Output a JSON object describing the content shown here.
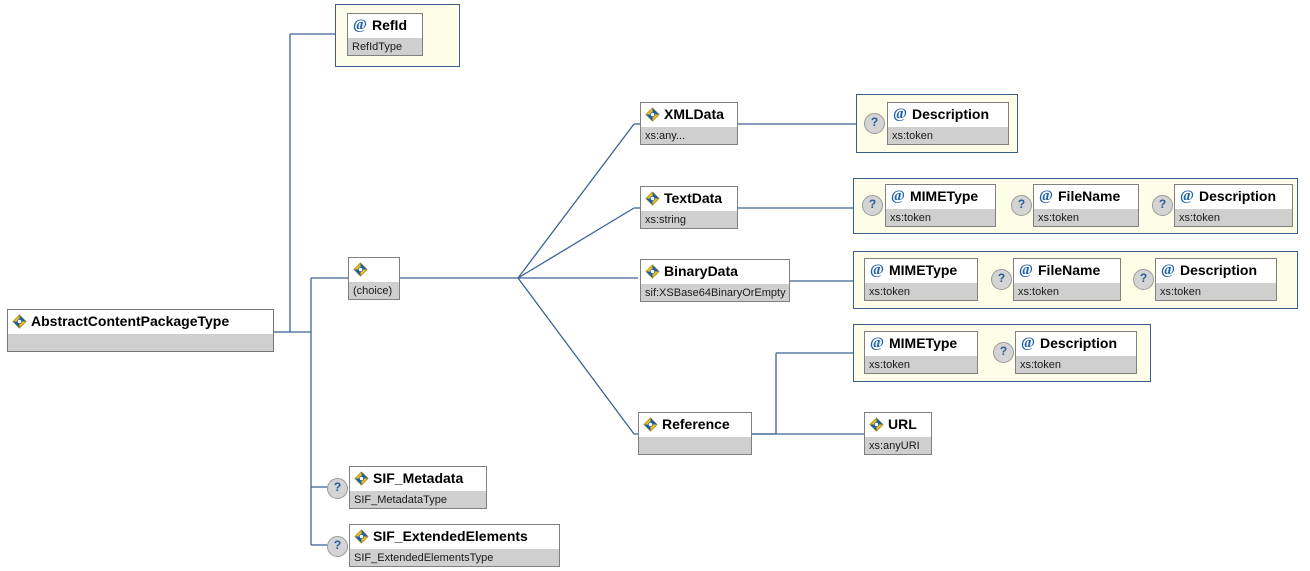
{
  "diagram": {
    "title": "AbstractContentPackageType",
    "root": {
      "name": "AbstractContentPackageType",
      "type": "",
      "icon": "element-icon"
    },
    "colors": {
      "wire": "#3c6394",
      "group_border": "#3b5e8c",
      "group_fill": "#fefee8",
      "type_row": "#cfcfcf",
      "attr_glyph": "#1b5fa8",
      "box_border": "#808080"
    },
    "nodes": {
      "refid": {
        "name": "RefId",
        "type": "RefIdType",
        "icon": "attribute-icon",
        "optional": false
      },
      "choice": {
        "name": "",
        "type": "(choice)",
        "icon": "element-icon",
        "optional": false
      },
      "xmldata": {
        "name": "XMLData",
        "type": "xs:any...",
        "icon": "element-icon",
        "optional": false
      },
      "textdata": {
        "name": "TextData",
        "type": "xs:string",
        "icon": "element-icon",
        "optional": false
      },
      "binarydata": {
        "name": "BinaryData",
        "type": "sif:XSBase64BinaryOrEmpty",
        "icon": "element-icon",
        "optional": false
      },
      "reference": {
        "name": "Reference",
        "type": "",
        "icon": "element-icon",
        "optional": false
      },
      "url": {
        "name": "URL",
        "type": "xs:anyURI",
        "icon": "element-icon",
        "optional": false
      },
      "sif_metadata": {
        "name": "SIF_Metadata",
        "type": "SIF_MetadataType",
        "icon": "element-icon",
        "optional": true
      },
      "sif_extended": {
        "name": "SIF_ExtendedElements",
        "type": "SIF_ExtendedElementsType",
        "icon": "element-icon",
        "optional": true
      },
      "xml_desc": {
        "name": "Description",
        "type": "xs:token",
        "icon": "attribute-icon",
        "optional": true
      },
      "text_mime": {
        "name": "MIMEType",
        "type": "xs:token",
        "icon": "attribute-icon",
        "optional": true
      },
      "text_file": {
        "name": "FileName",
        "type": "xs:token",
        "icon": "attribute-icon",
        "optional": true
      },
      "text_desc": {
        "name": "Description",
        "type": "xs:token",
        "icon": "attribute-icon",
        "optional": true
      },
      "bin_mime": {
        "name": "MIMEType",
        "type": "xs:token",
        "icon": "attribute-icon",
        "optional": false
      },
      "bin_file": {
        "name": "FileName",
        "type": "xs:token",
        "icon": "attribute-icon",
        "optional": true
      },
      "bin_desc": {
        "name": "Description",
        "type": "xs:token",
        "icon": "attribute-icon",
        "optional": true
      },
      "ref_mime": {
        "name": "MIMEType",
        "type": "xs:token",
        "icon": "attribute-icon",
        "optional": false
      },
      "ref_desc": {
        "name": "Description",
        "type": "xs:token",
        "icon": "attribute-icon",
        "optional": true
      }
    },
    "markers": {
      "optional": "?"
    }
  }
}
